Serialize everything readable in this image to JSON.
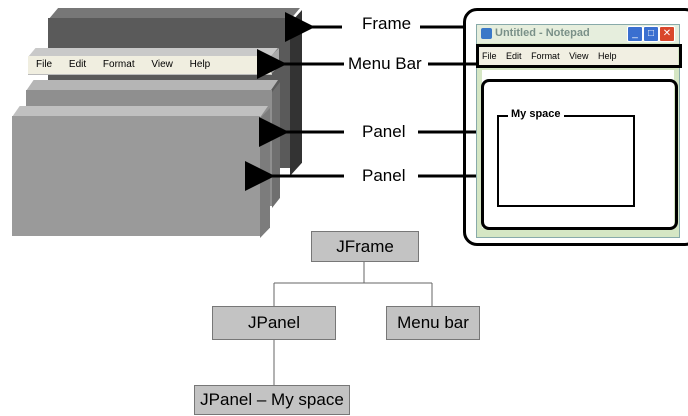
{
  "labels": {
    "frame": "Frame",
    "menu_bar": "Menu Bar",
    "panel_1": "Panel",
    "panel_2": "Panel"
  },
  "menu_items": [
    "File",
    "Edit",
    "Format",
    "View",
    "Help"
  ],
  "notepad": {
    "title": "Untitled - Notepad",
    "menu_items": [
      "File",
      "Edit",
      "Format",
      "View",
      "Help"
    ],
    "my_space_label": "My space",
    "minimize_glyph": "_",
    "maximize_glyph": "□",
    "close_glyph": "✕"
  },
  "tree": {
    "root": "JFrame",
    "left_child": "JPanel",
    "right_child": "Menu bar",
    "grandchild": "JPanel – My space"
  },
  "colors": {
    "frame": "#5a5a5a",
    "panel": "#9a9a9a",
    "node_fill": "#c3c3c3",
    "notepad_close": "#d9472b",
    "notepad_buttons": "#3a6fd0"
  }
}
